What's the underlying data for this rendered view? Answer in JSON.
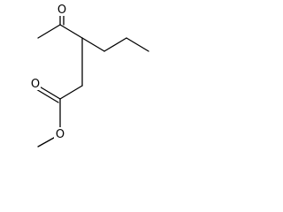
{
  "structure": {
    "colors": {
      "bond": "#000000",
      "background": "#ffffff"
    },
    "atoms": {
      "ketone_oxygen": "O",
      "ester_carbonyl_oxygen": "O",
      "ester_ether_oxygen": "O"
    }
  }
}
